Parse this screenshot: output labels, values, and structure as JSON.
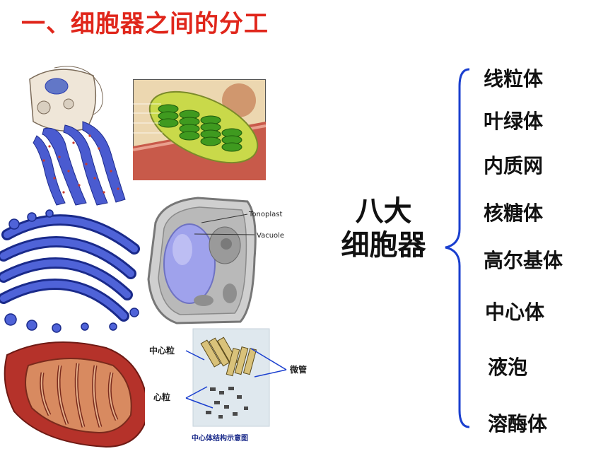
{
  "slide": {
    "title": "一、细胞器之间的分工",
    "center_label_line1": "八大",
    "center_label_line2": "细胞器",
    "organelles": [
      "线粒体",
      "叶绿体",
      "内质网",
      "核糖体",
      "高尔基体",
      "中心体",
      "液泡",
      "溶酶体"
    ]
  },
  "figures": {
    "plant_cell": {
      "label_tonoplast": "Tonoplast",
      "label_vacuole": "Vacuole"
    },
    "centriole": {
      "label_centriole_top": "中心粒",
      "label_centriole_bottom": "心粒",
      "label_microtubule": "微管",
      "caption": "中心体结构示意图"
    }
  },
  "colors": {
    "title": "#e0261b",
    "brace": "#1a3fcf",
    "chloroplast_green": "#3f9a1f",
    "golgi_blue": "#2d3fb0",
    "mito_red": "#b5322a"
  }
}
